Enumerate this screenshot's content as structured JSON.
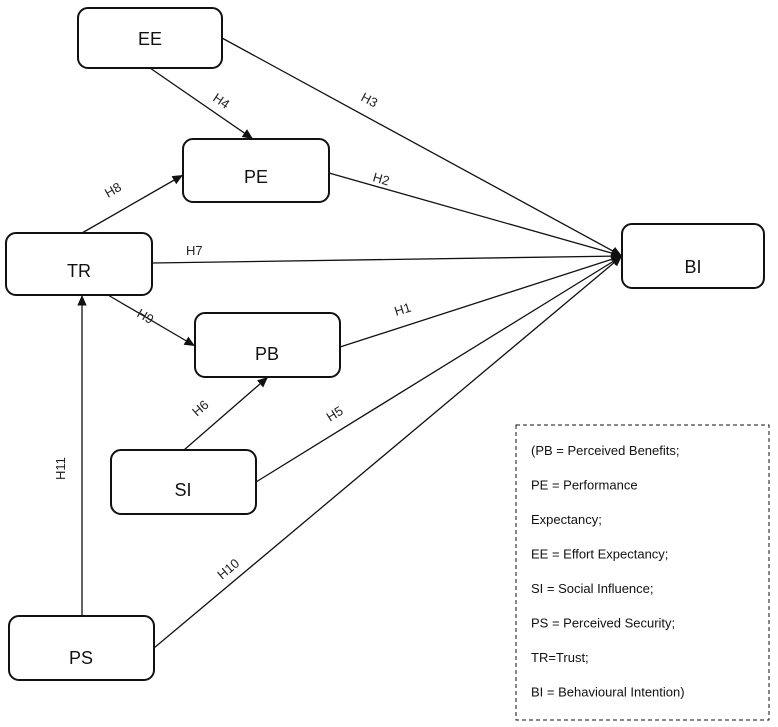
{
  "nodes": {
    "EE": "EE",
    "PE": "PE",
    "TR": "TR",
    "PB": "PB",
    "SI": "SI",
    "PS": "PS",
    "BI": "BI"
  },
  "edges": [
    {
      "id": "H1",
      "from": "PB",
      "to": "BI",
      "label": "H1"
    },
    {
      "id": "H2",
      "from": "PE",
      "to": "BI",
      "label": "H2"
    },
    {
      "id": "H3",
      "from": "EE",
      "to": "BI",
      "label": "H3"
    },
    {
      "id": "H4",
      "from": "EE",
      "to": "PE",
      "label": "H4"
    },
    {
      "id": "H5",
      "from": "SI",
      "to": "BI",
      "label": "H5"
    },
    {
      "id": "H6",
      "from": "SI",
      "to": "PB",
      "label": "H6"
    },
    {
      "id": "H7",
      "from": "TR",
      "to": "BI",
      "label": "H7"
    },
    {
      "id": "H8",
      "from": "TR",
      "to": "PE",
      "label": "H8"
    },
    {
      "id": "H9",
      "from": "TR",
      "to": "PB",
      "label": "H9"
    },
    {
      "id": "H10",
      "from": "PS",
      "to": "BI",
      "label": "H10"
    },
    {
      "id": "H11",
      "from": "PS",
      "to": "TR",
      "label": "H11"
    }
  ],
  "legend": {
    "lines": [
      "(PB = Perceived Benefits;",
      "PE = Performance",
      "Expectancy;",
      "EE = Effort Expectancy;",
      "SI = Social Influence;",
      "PS = Perceived Security;",
      "TR=Trust;",
      "BI = Behavioural Intention)"
    ]
  },
  "colors": {
    "stroke": "#111111",
    "background": "#ffffff"
  }
}
